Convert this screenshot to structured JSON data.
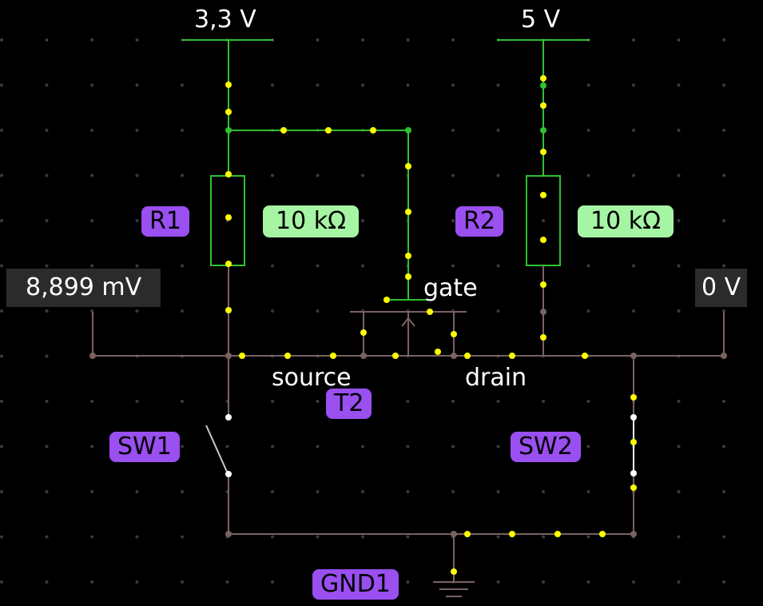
{
  "supplies": {
    "v33": "3,3 V",
    "v5": "5 V"
  },
  "components": {
    "r1": {
      "name": "R1",
      "value": "10 kΩ"
    },
    "r2": {
      "name": "R2",
      "value": "10 kΩ"
    },
    "t2": {
      "name": "T2",
      "gate": "gate",
      "source": "source",
      "drain": "drain"
    },
    "sw1": {
      "name": "SW1"
    },
    "sw2": {
      "name": "SW2"
    },
    "gnd1": {
      "name": "GND1"
    }
  },
  "probes": {
    "left": "8,899 mV",
    "right": "0 V"
  },
  "colors": {
    "background": "#000000",
    "grid_dot": "#3a3a3a",
    "active_wire": "#2fc12f",
    "inactive_wire": "#7a6262",
    "current_dot": "#ffff00",
    "label_purple": "#9a4ff0",
    "label_green": "#a6f5a4",
    "probe_bg": "#2b2b2b"
  }
}
